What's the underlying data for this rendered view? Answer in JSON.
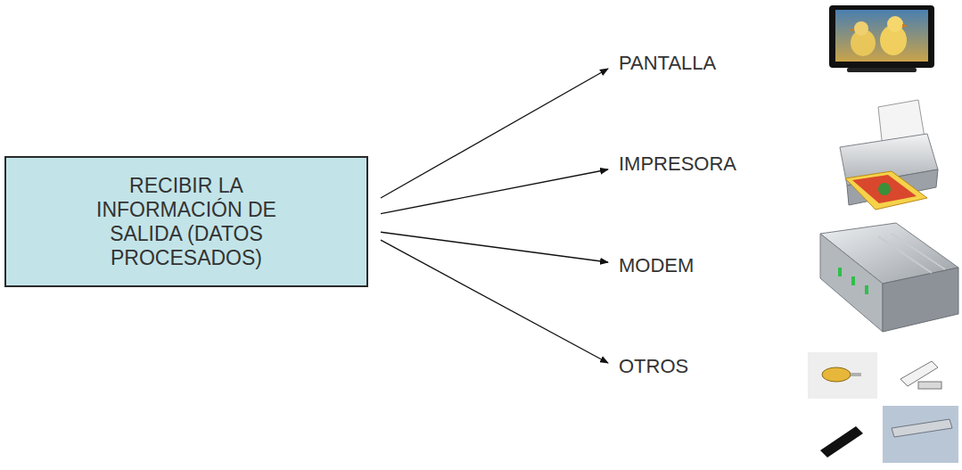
{
  "diagram": {
    "nodes": [
      {
        "text": [
          "RECIBIR LA INFORMACIÓN DE SALIDA (DATOS PROCESADOS)"
        ]
      },
      {
        "text": [
          "PANTALLA"
        ]
      },
      {
        "text": [
          "IMPRESORA"
        ]
      },
      {
        "text": [
          "MODEM"
        ]
      },
      {
        "text": [
          "OTROS"
        ]
      }
    ],
    "edges": [
      {
        "from": 0,
        "to": 1,
        "arrow": "to"
      },
      {
        "from": 0,
        "to": 2,
        "arrow": "to"
      },
      {
        "from": 0,
        "to": 3,
        "arrow": "to"
      },
      {
        "from": 0,
        "to": 4,
        "arrow": "to"
      }
    ]
  }
}
